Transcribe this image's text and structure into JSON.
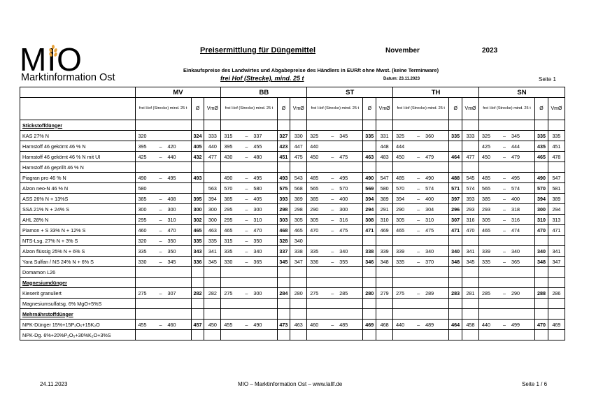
{
  "logo": {
    "mark": "MIO",
    "subtitle": "Marktinformation Ost",
    "icon": "wheat-icon"
  },
  "header": {
    "title": "Preisermittlung für Düngemittel",
    "month": "November",
    "year": "2023",
    "subtitle": "Einkaufspreise des Landwirtes und Abgabepreise des Händlers in EUR/t ohne Mwst. (keine Terminware)",
    "delivery": "frei Hof (Strecke), mind. 25 t",
    "datum": "Datum: 23.11.2023",
    "page": "Seite 1"
  },
  "table": {
    "regions": [
      "MV",
      "BB",
      "ST",
      "TH",
      "SN"
    ],
    "subheader": {
      "delivery": "frei Hof (Strecke) mind. 25 t",
      "avg": "Ø",
      "vm": "VmØ"
    },
    "dash": "–",
    "rows": [
      {
        "kind": "group",
        "name": "Stickstoffdünger"
      },
      {
        "kind": "item",
        "name": "KAS 27% N",
        "cells": [
          [
            "320",
            "324",
            "333"
          ],
          [
            "315",
            "337",
            "327",
            "330"
          ],
          [
            "325",
            "345",
            "335",
            "331"
          ],
          [
            "325",
            "360",
            "335",
            "333"
          ],
          [
            "325",
            "345",
            "335",
            "335"
          ]
        ]
      },
      {
        "kind": "item",
        "name": "Harnstoff 46 gekörnt  46 % N",
        "cells": [
          [
            "395",
            "420",
            "405",
            "440"
          ],
          [
            "395",
            "455",
            "423",
            "447"
          ],
          [
            "440",
            "",
            "",
            "448"
          ],
          [
            "444",
            "",
            "",
            ""
          ],
          [
            "425",
            "444",
            "435",
            "451"
          ]
        ]
      },
      {
        "kind": "item",
        "name": "Harnstoff 46 gekörnt  46 % N mit UI",
        "cells": [
          [
            "425",
            "440",
            "432",
            "477"
          ],
          [
            "430",
            "480",
            "451",
            "475"
          ],
          [
            "450",
            "475",
            "463",
            "483"
          ],
          [
            "450",
            "479",
            "464",
            "477"
          ],
          [
            "450",
            "479",
            "465",
            "478"
          ]
        ]
      },
      {
        "kind": "item",
        "name": "Harnstoff 46 geprillt  46 % N",
        "cells": [
          [
            "",
            "",
            "",
            ""
          ],
          [
            "",
            "",
            "",
            ""
          ],
          [
            "",
            "",
            "",
            ""
          ],
          [
            "",
            "",
            "",
            ""
          ],
          [
            "",
            "",
            "",
            ""
          ]
        ]
      },
      {
        "kind": "item",
        "name": "Piagran pro               46 % N",
        "cells": [
          [
            "490",
            "495",
            "493",
            ""
          ],
          [
            "490",
            "495",
            "493",
            "543"
          ],
          [
            "485",
            "495",
            "490",
            "547"
          ],
          [
            "485",
            "490",
            "488",
            "545"
          ],
          [
            "485",
            "495",
            "490",
            "547"
          ]
        ]
      },
      {
        "kind": "item",
        "name": "Alzon neo-N               46 % N",
        "cells": [
          [
            "580",
            "",
            "",
            "563"
          ],
          [
            "570",
            "580",
            "575",
            "568"
          ],
          [
            "565",
            "570",
            "569",
            "580"
          ],
          [
            "570",
            "574",
            "571",
            "574"
          ],
          [
            "565",
            "574",
            "570",
            "581"
          ]
        ]
      },
      {
        "kind": "item",
        "name": "ASS 26% N + 13%S",
        "cells": [
          [
            "385",
            "408",
            "395",
            "394"
          ],
          [
            "385",
            "405",
            "393",
            "389"
          ],
          [
            "385",
            "400",
            "394",
            "389"
          ],
          [
            "394",
            "400",
            "397",
            "393"
          ],
          [
            "385",
            "400",
            "394",
            "389"
          ]
        ]
      },
      {
        "kind": "item",
        "name": "SSA 21% N + 24% S",
        "cells": [
          [
            "300",
            "300",
            "300",
            "300"
          ],
          [
            "295",
            "300",
            "298",
            "298"
          ],
          [
            "290",
            "300",
            "294",
            "291"
          ],
          [
            "290",
            "304",
            "296",
            "293"
          ],
          [
            "293",
            "318",
            "300",
            "294"
          ]
        ]
      },
      {
        "kind": "item",
        "name": "AHL 28% N",
        "cells": [
          [
            "295",
            "310",
            "302",
            "300"
          ],
          [
            "295",
            "310",
            "303",
            "305"
          ],
          [
            "305",
            "316",
            "308",
            "310"
          ],
          [
            "305",
            "310",
            "307",
            "316"
          ],
          [
            "305",
            "316",
            "310",
            "313"
          ]
        ]
      },
      {
        "kind": "item",
        "name": "Piamon + S 33% N + 12% S",
        "cells": [
          [
            "460",
            "470",
            "465",
            "463"
          ],
          [
            "465",
            "470",
            "468",
            "465"
          ],
          [
            "470",
            "475",
            "471",
            "469"
          ],
          [
            "465",
            "475",
            "471",
            "470"
          ],
          [
            "465",
            "474",
            "470",
            "471"
          ]
        ]
      },
      {
        "kind": "item",
        "name": "NTS-Lsg. 27% N + 3% S",
        "cells": [
          [
            "320",
            "350",
            "335",
            "335"
          ],
          [
            "315",
            "350",
            "328",
            "340"
          ],
          [
            "",
            "",
            "",
            ""
          ],
          [
            "",
            "",
            "",
            ""
          ],
          [
            "",
            "",
            "",
            ""
          ]
        ]
      },
      {
        "kind": "item",
        "name": "Alzon flüssig  25% N + 6% S",
        "cells": [
          [
            "335",
            "350",
            "343",
            "341"
          ],
          [
            "335",
            "340",
            "337",
            "338"
          ],
          [
            "335",
            "340",
            "338",
            "339"
          ],
          [
            "339",
            "340",
            "340",
            "341"
          ],
          [
            "339",
            "340",
            "340",
            "341"
          ]
        ]
      },
      {
        "kind": "item",
        "name": "Yara Sulfan / NS  24% N + 6% S",
        "cells": [
          [
            "330",
            "345",
            "336",
            "345"
          ],
          [
            "330",
            "365",
            "345",
            "347"
          ],
          [
            "336",
            "355",
            "346",
            "348"
          ],
          [
            "335",
            "370",
            "348",
            "345"
          ],
          [
            "335",
            "365",
            "348",
            "347"
          ]
        ]
      },
      {
        "kind": "item",
        "name": "Domamon L26",
        "cells": [
          [
            "",
            "",
            "",
            ""
          ],
          [
            "",
            "",
            "",
            ""
          ],
          [
            "",
            "",
            "",
            ""
          ],
          [
            "",
            "",
            "",
            ""
          ],
          [
            "",
            "",
            "",
            ""
          ]
        ]
      },
      {
        "kind": "group",
        "name": "Magnesiumdünger"
      },
      {
        "kind": "item",
        "name": "Kieserit granuliert",
        "cells": [
          [
            "275",
            "307",
            "282",
            "282"
          ],
          [
            "275",
            "300",
            "284",
            "280"
          ],
          [
            "275",
            "285",
            "280",
            "279"
          ],
          [
            "275",
            "289",
            "283",
            "281"
          ],
          [
            "285",
            "290",
            "288",
            "286"
          ]
        ]
      },
      {
        "kind": "item",
        "name": "Magnesiumsulfatsg.  6% MgO+5%S",
        "cells": [
          [
            "",
            "",
            "",
            ""
          ],
          [
            "",
            "",
            "",
            ""
          ],
          [
            "",
            "",
            "",
            ""
          ],
          [
            "",
            "",
            "",
            ""
          ],
          [
            "",
            "",
            "",
            ""
          ]
        ]
      },
      {
        "kind": "group",
        "name": "Mehrnährstoffdünger"
      },
      {
        "kind": "item",
        "name": "NPK-Dünger 15%+15P₂O₅+15K₂O",
        "cells": [
          [
            "455",
            "460",
            "457",
            "450"
          ],
          [
            "455",
            "490",
            "473",
            "463"
          ],
          [
            "460",
            "485",
            "469",
            "468"
          ],
          [
            "440",
            "489",
            "464",
            "458"
          ],
          [
            "440",
            "499",
            "470",
            "469"
          ]
        ]
      },
      {
        "kind": "item",
        "name": "NPK-Dg. 6%+20%P₂O₅+30%K₂O+3%S",
        "cells": [
          [
            "",
            "",
            "",
            ""
          ],
          [
            "",
            "",
            "",
            ""
          ],
          [
            "",
            "",
            "",
            ""
          ],
          [
            "",
            "",
            "",
            ""
          ],
          [
            "",
            "",
            "",
            ""
          ]
        ]
      }
    ]
  },
  "footer": {
    "date": "24.11.2023",
    "center": "MIO – Marktinformation Ost – www.lallf.de",
    "page": "Seite 1 / 6"
  }
}
